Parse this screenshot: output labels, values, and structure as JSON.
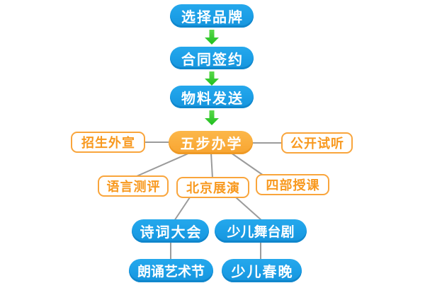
{
  "diagram": {
    "type": "flowchart",
    "background": "#ffffff",
    "colors": {
      "step_pill_blue": "#1b9ee6",
      "step_pill_blue_shadow": "#0f86cc",
      "hub_pill_orange": "#faad3c",
      "hub_pill_orange_shadow": "#ef9a25",
      "outline_box_border": "#f9a53c",
      "outline_box_text": "#f8991f",
      "arrow_green": "#2fc92f",
      "connector_gray": "#9b9b9b",
      "pill_text": "#ffffff"
    }
  },
  "nodes": {
    "choose_brand": {
      "label": "选择品牌",
      "style": "blue-pill"
    },
    "contract_sign": {
      "label": "合同签约",
      "style": "blue-pill"
    },
    "materials_send": {
      "label": "物料发送",
      "style": "blue-pill"
    },
    "five_step": {
      "label": "五步办学",
      "style": "orange-pill"
    },
    "enroll_promo": {
      "label": "招生外宣",
      "style": "outline-box"
    },
    "public_trial": {
      "label": "公开试听",
      "style": "outline-box"
    },
    "language_test": {
      "label": "语言测评",
      "style": "outline-box"
    },
    "beijing_show": {
      "label": "北京展演",
      "style": "outline-box"
    },
    "four_part_teach": {
      "label": "四部授课",
      "style": "outline-box"
    },
    "poetry_meet": {
      "label": "诗词大会",
      "style": "blue-pill"
    },
    "kids_stage_play": {
      "label": "少儿舞台剧",
      "style": "blue-pill"
    },
    "recital_art_fest": {
      "label": "朗诵艺术节",
      "style": "blue-pill"
    },
    "kids_spring_gala": {
      "label": "少儿春晚",
      "style": "blue-pill"
    }
  },
  "edges": [
    {
      "from": "choose_brand",
      "to": "contract_sign",
      "style": "green-arrow"
    },
    {
      "from": "contract_sign",
      "to": "materials_send",
      "style": "green-arrow"
    },
    {
      "from": "materials_send",
      "to": "five_step",
      "style": "green-arrow"
    },
    {
      "from": "five_step",
      "to": "enroll_promo",
      "style": "gray-line"
    },
    {
      "from": "five_step",
      "to": "public_trial",
      "style": "gray-line"
    },
    {
      "from": "five_step",
      "to": "language_test",
      "style": "gray-line"
    },
    {
      "from": "five_step",
      "to": "beijing_show",
      "style": "gray-line"
    },
    {
      "from": "five_step",
      "to": "four_part_teach",
      "style": "gray-line"
    },
    {
      "from": "beijing_show",
      "to": "poetry_meet",
      "style": "gray-line"
    },
    {
      "from": "beijing_show",
      "to": "kids_stage_play",
      "style": "gray-line"
    },
    {
      "from": "poetry_meet",
      "to": "recital_art_fest",
      "style": "gray-line"
    },
    {
      "from": "kids_stage_play",
      "to": "kids_spring_gala",
      "style": "gray-line"
    }
  ]
}
